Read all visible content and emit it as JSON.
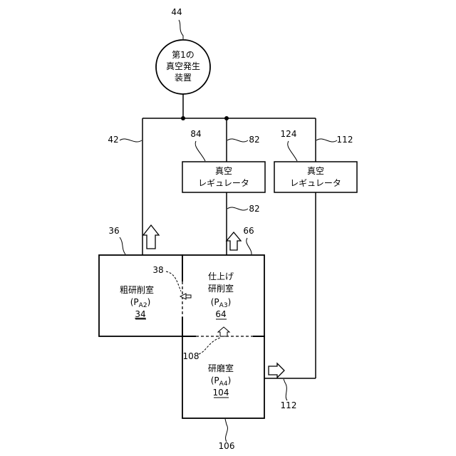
{
  "generator": {
    "ref": "44",
    "lines": [
      "第1の",
      "真空発生",
      "装置"
    ]
  },
  "regulator_left": {
    "ref": "84",
    "lines": [
      "真空",
      "レギュレータ"
    ]
  },
  "regulator_right": {
    "ref": "124",
    "lines": [
      "真空",
      "レギュレータ"
    ]
  },
  "line_refs": {
    "left_line": "42",
    "mid_line_upper": "82",
    "mid_line_lower": "82",
    "right_line": "112",
    "bottom_right_line": "112"
  },
  "rough_chamber": {
    "ref": "36",
    "name": "粗研削室",
    "pressure_main": "(P",
    "pressure_sub": "A2",
    "pressure_end": ")",
    "number": "34"
  },
  "finish_chamber": {
    "ref": "66",
    "line1": "仕上げ",
    "line2": "研削室",
    "pressure_main": "(P",
    "pressure_sub": "A3",
    "pressure_end": ")",
    "number": "64"
  },
  "polish_chamber": {
    "ref": "106",
    "name": "研磨室",
    "pressure_main": "(P",
    "pressure_sub": "A4",
    "pressure_end": ")",
    "number": "104"
  },
  "openings": {
    "opening_left": "38",
    "opening_bottom": "108"
  }
}
